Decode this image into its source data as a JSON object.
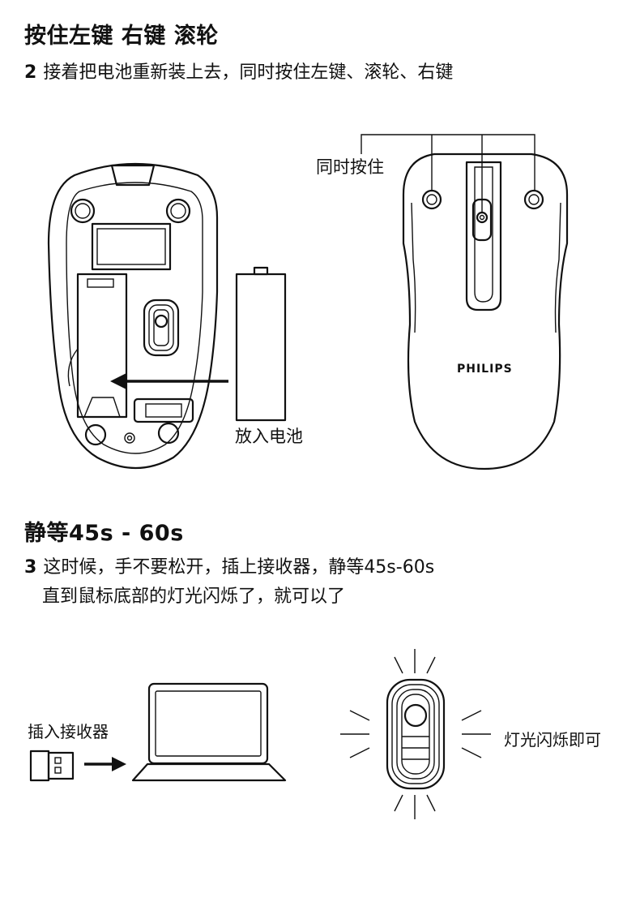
{
  "section1": {
    "title": "按住左键 右键 滚轮",
    "step_number": "2",
    "step_text": "接着把电池重新装上去，同时按住左键、滚轮、右键",
    "label_press": "同时按住",
    "label_battery": "放入电池",
    "brand": "PHILIPS"
  },
  "section2": {
    "title": "静等45s - 60s",
    "step_number": "3",
    "step_line1": "这时候，手不要松开，插上接收器，静等45s-60s",
    "step_line2": "直到鼠标底部的灯光闪烁了，就可以了",
    "label_receiver": "插入接收器",
    "label_blink": "灯光闪烁即可"
  },
  "colors": {
    "ink": "#111111",
    "background": "#ffffff"
  },
  "icons": [
    "mouse-bottom-icon",
    "battery-icon",
    "arrow-left-icon",
    "mouse-top-icon",
    "usb-receiver-icon",
    "arrow-right-icon",
    "laptop-icon",
    "blinking-sensor-icon"
  ]
}
